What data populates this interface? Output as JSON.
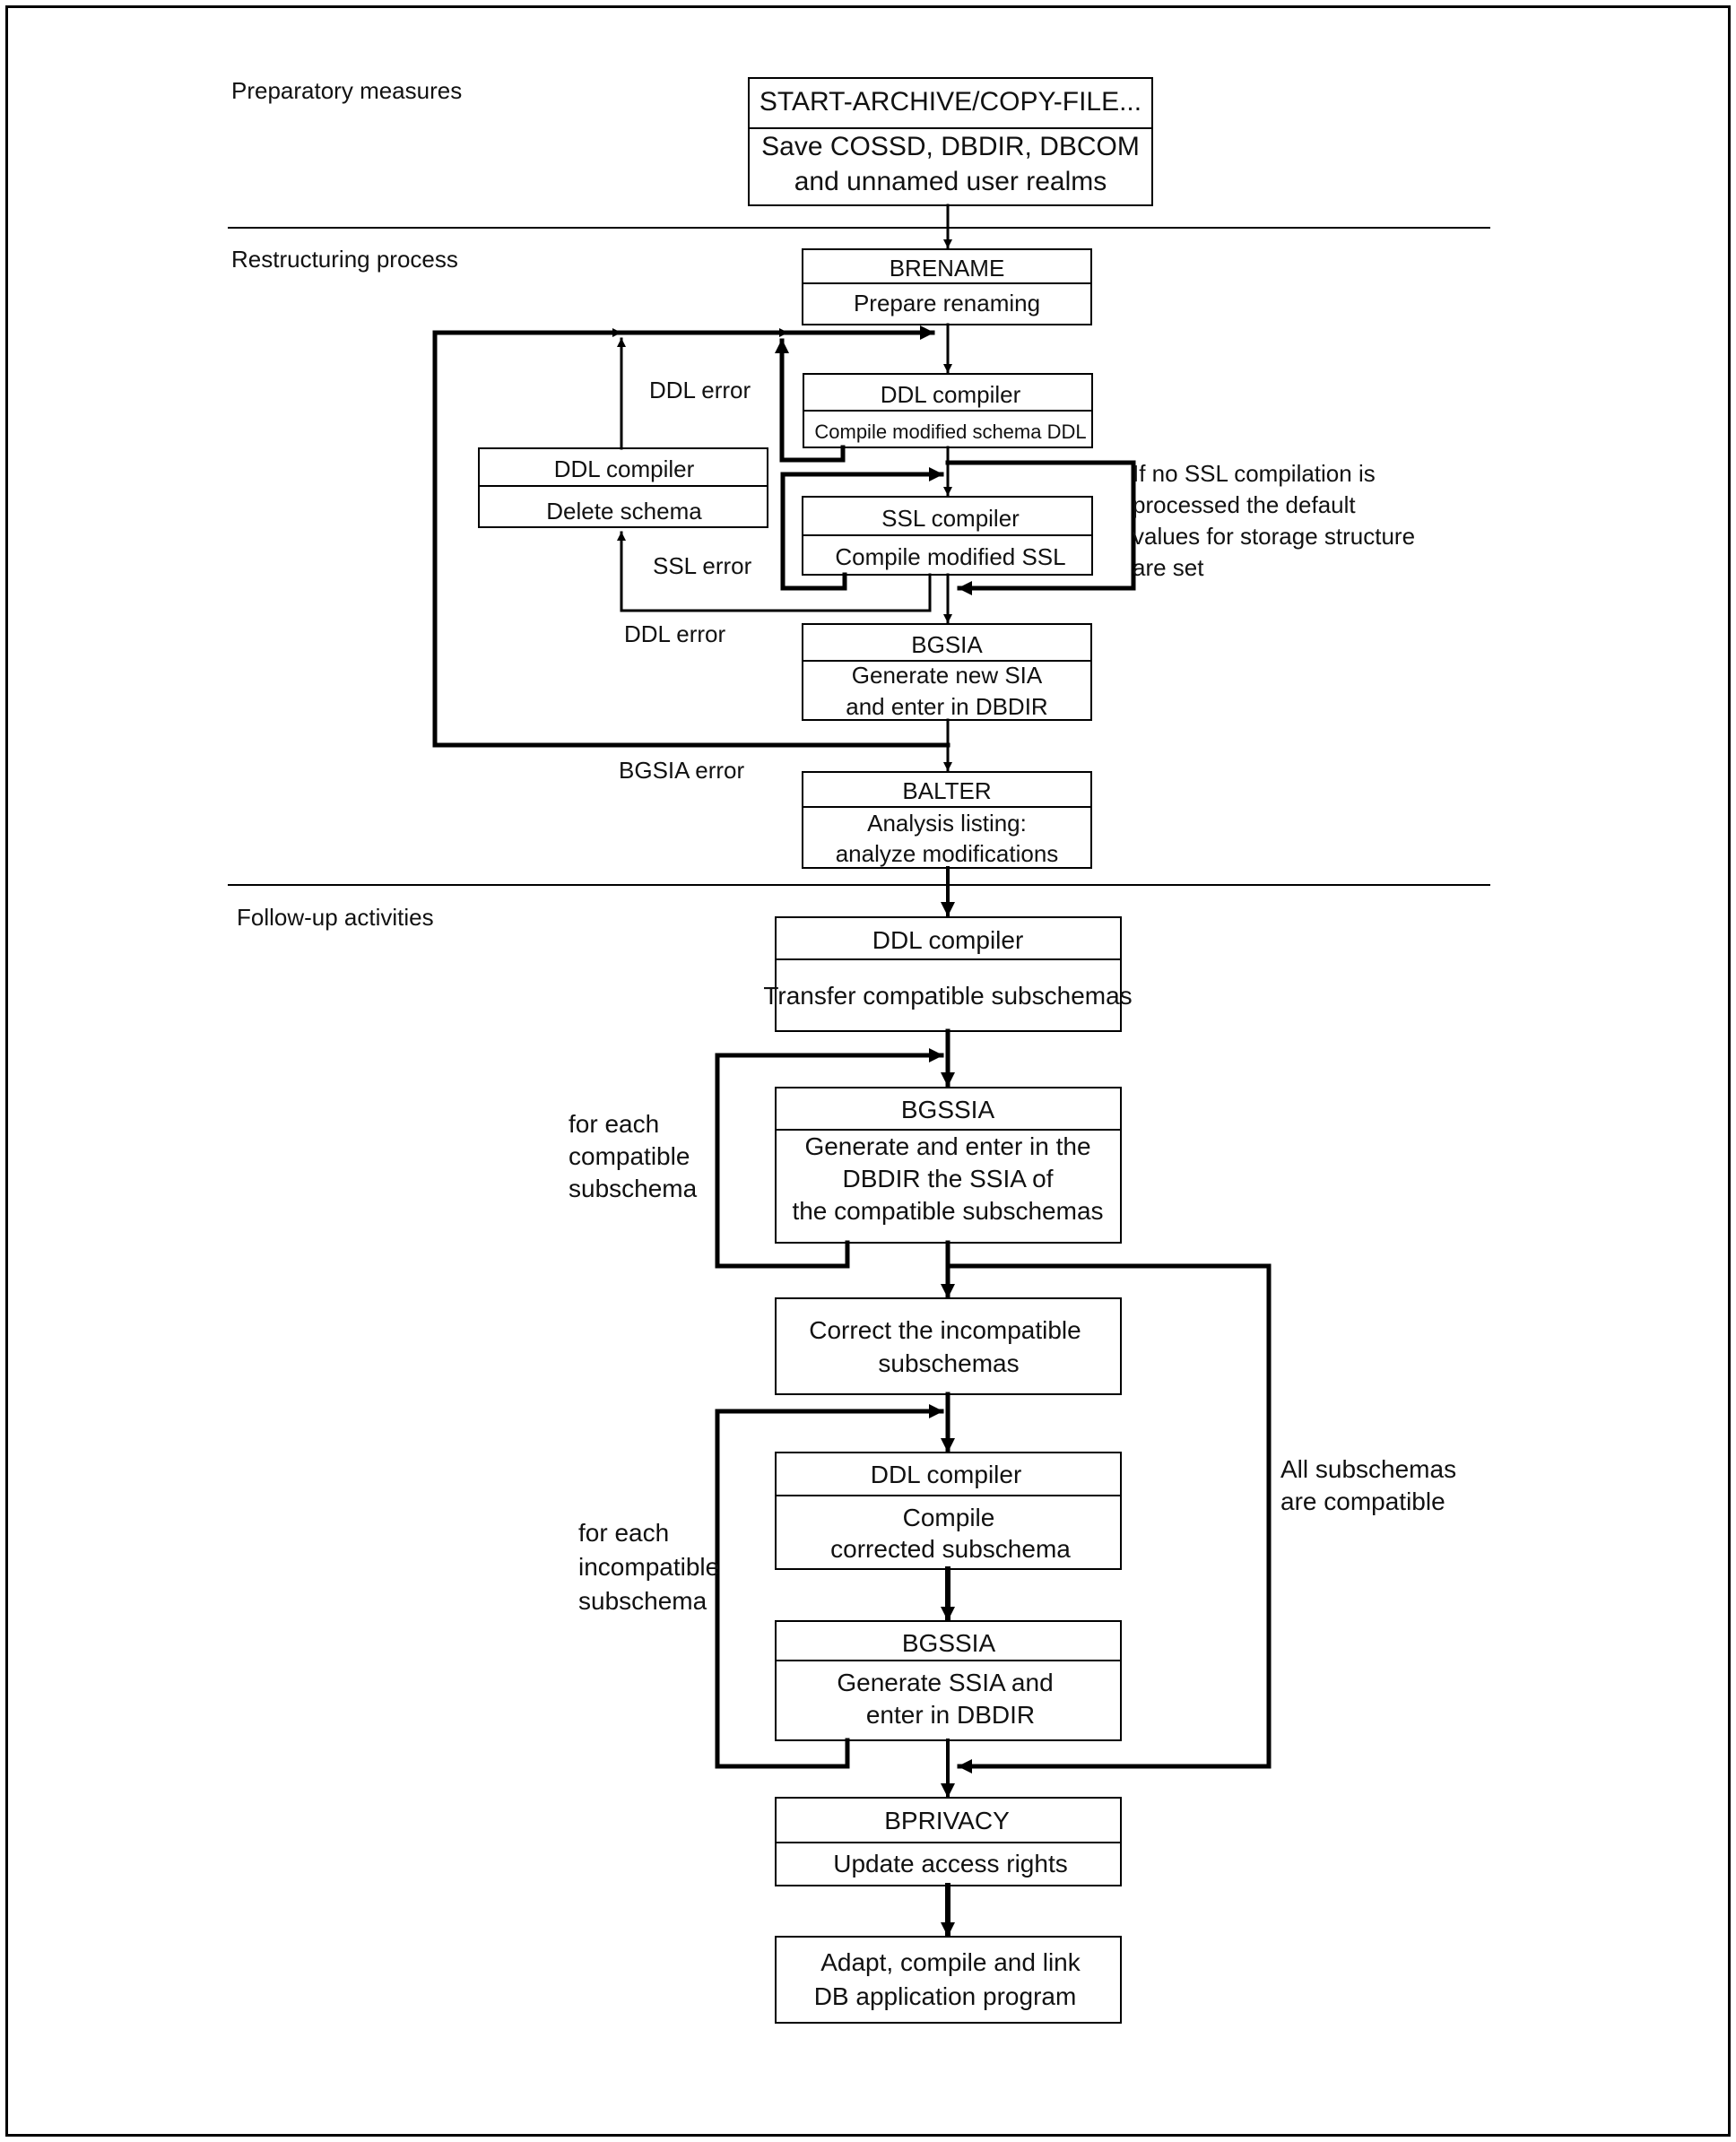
{
  "sections": {
    "preparatory": "Preparatory measures",
    "restructuring": "Restructuring process",
    "followup": "Follow-up activities"
  },
  "boxes": {
    "start_archive": {
      "title": "START-ARCHIVE/COPY-FILE...",
      "body": [
        "Save COSSD, DBDIR, DBCOM",
        "and unnamed user realms"
      ]
    },
    "brename": {
      "title": "BRENAME",
      "body": [
        "Prepare renaming"
      ]
    },
    "ddl_compile": {
      "title": "DDL compiler",
      "body": [
        "Compile modified schema DDL"
      ]
    },
    "ddl_delete": {
      "title": "DDL compiler",
      "body": [
        "Delete schema"
      ]
    },
    "ssl_compile": {
      "title": "SSL compiler",
      "body": [
        "Compile modified SSL"
      ]
    },
    "bgsia": {
      "title": "BGSIA",
      "body": [
        "Generate new SIA",
        "and enter in DBDIR"
      ]
    },
    "balter": {
      "title": "BALTER",
      "body": [
        "Analysis listing:",
        "analyze modifications"
      ]
    },
    "ddl_transfer": {
      "title": "DDL compiler",
      "body": [
        "Transfer compatible subschemas"
      ]
    },
    "bgssia_compat": {
      "title": "BGSSIA",
      "body": [
        "Generate and enter in the",
        "DBDIR the SSIA of",
        "the compatible subschemas"
      ]
    },
    "correct": {
      "title": "",
      "body": [
        "Correct the incompatible",
        "subschemas"
      ]
    },
    "ddl_corrected": {
      "title": "DDL compiler",
      "body": [
        "Compile",
        "corrected subschema"
      ]
    },
    "bgssia_incompat": {
      "title": "BGSSIA",
      "body": [
        "Generate SSIA and",
        "enter in DBDIR"
      ]
    },
    "bprivacy": {
      "title": "BPRIVACY",
      "body": [
        "Update access rights"
      ]
    },
    "adapt": {
      "title": "",
      "body": [
        "Adapt, compile and link",
        "DB application program"
      ]
    }
  },
  "labels": {
    "ddl_error_top": "DDL error",
    "ssl_error": "SSL error",
    "ddl_error_mid": "DDL error",
    "bgsia_error": "BGSIA error",
    "no_ssl_note": [
      "If no SSL compilation is",
      "processed the default",
      "values for storage structure",
      "are set"
    ],
    "for_each_compatible": [
      "for each",
      "compatible",
      "subschema"
    ],
    "for_each_incompatible": [
      "for each",
      "incompatible",
      "subschema"
    ],
    "all_compatible": [
      "All subschemas",
      "are compatible"
    ]
  }
}
